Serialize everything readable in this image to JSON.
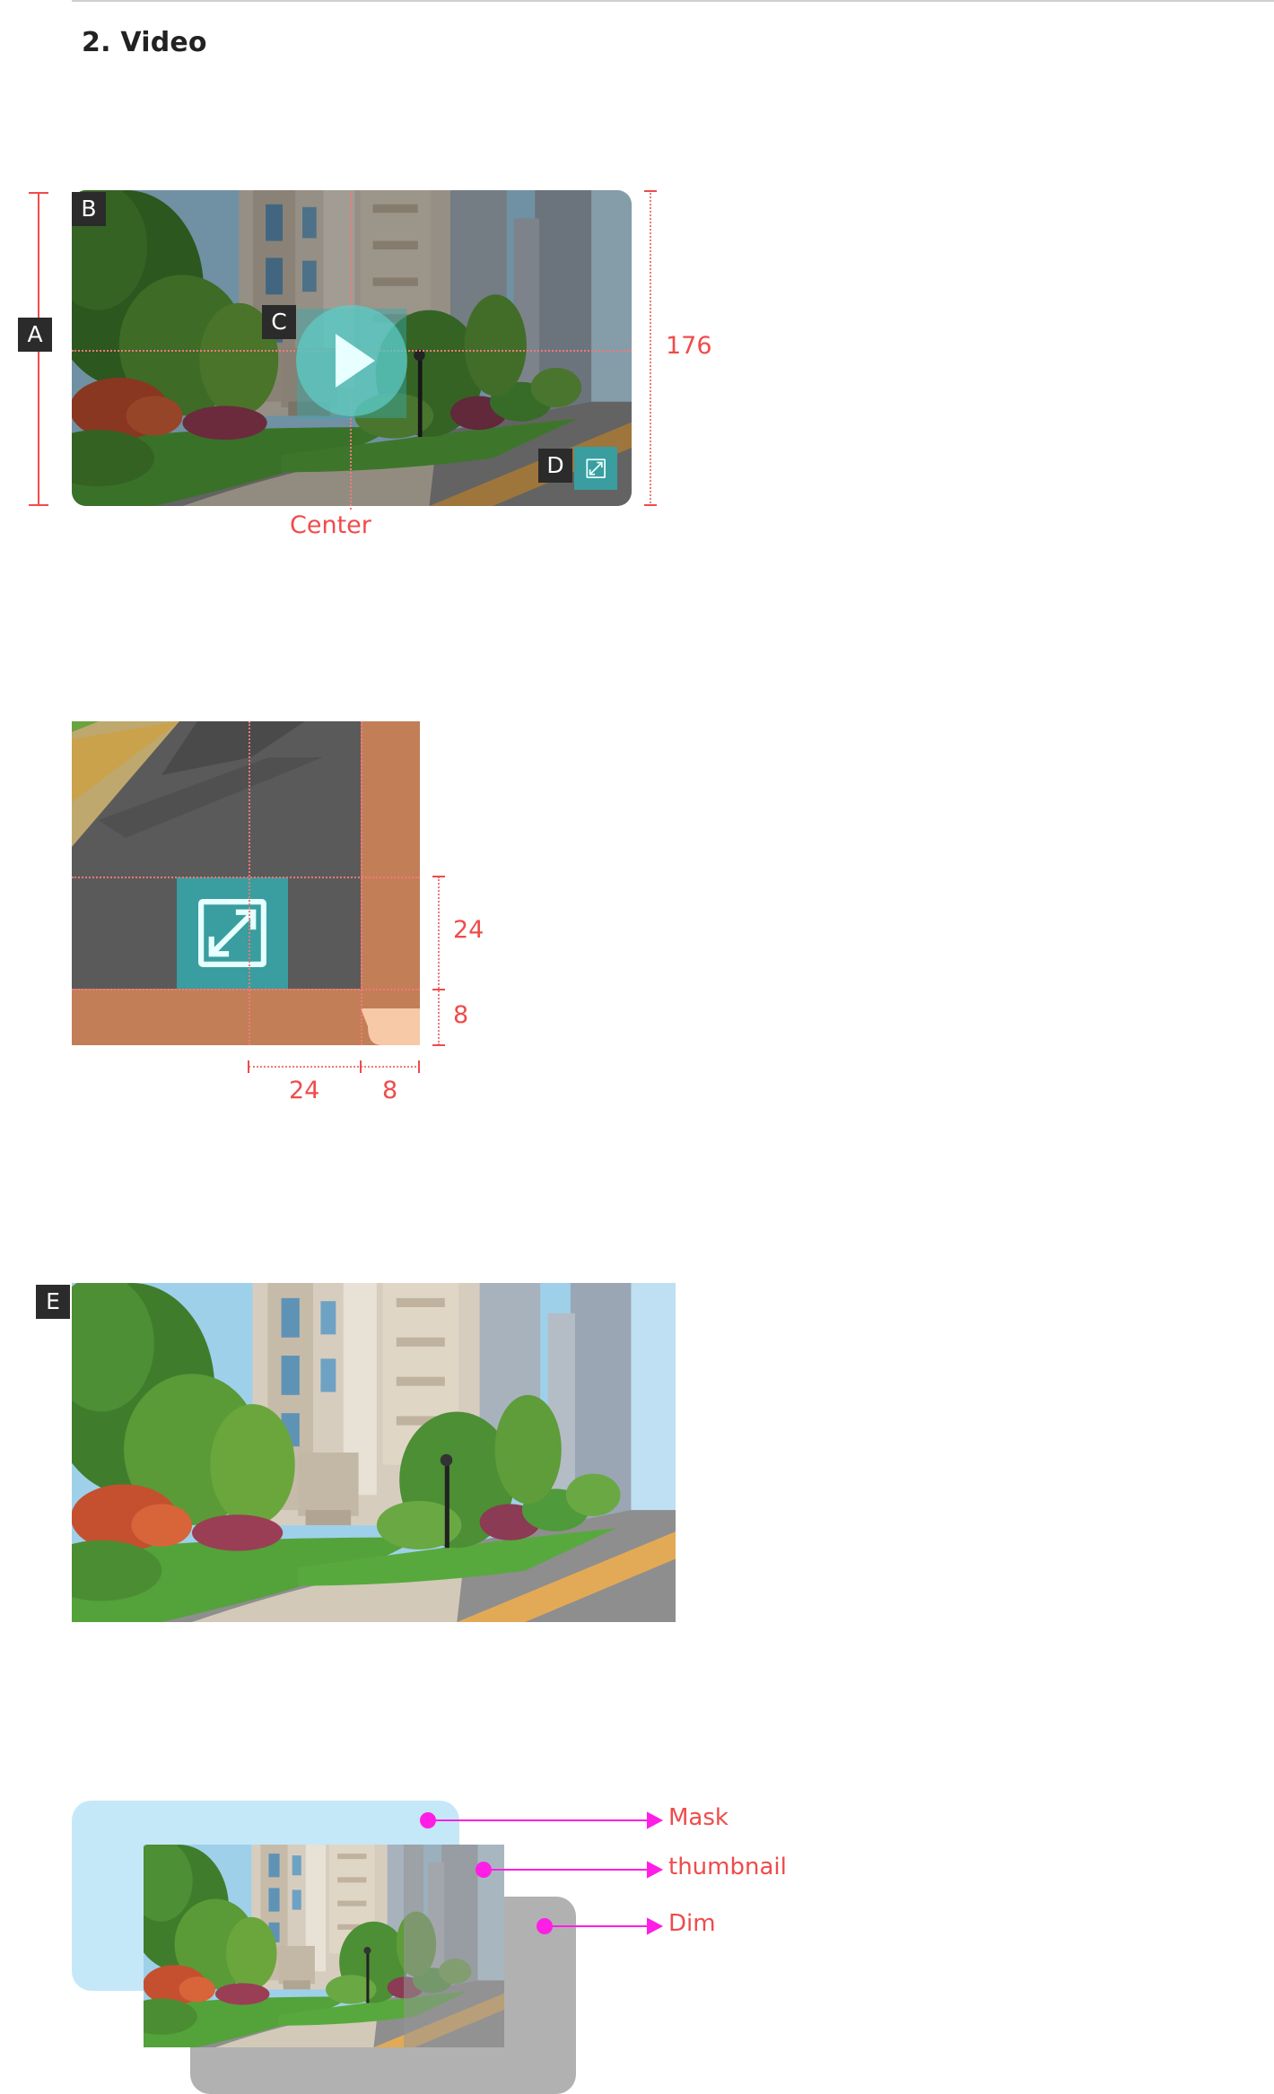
{
  "section_title": "2. Video",
  "labels": {
    "a": "A",
    "b": "B",
    "c": "C",
    "d": "D",
    "e": "E"
  },
  "dimensions": {
    "height": "176",
    "center": "Center",
    "icon_size_h": "24",
    "margin_h": "8",
    "icon_size_w": "24",
    "margin_w": "8"
  },
  "layers": {
    "mask": "Mask",
    "thumbnail": "thumbnail",
    "dim": "Dim"
  },
  "colors": {
    "annotation": "#f04b4b",
    "callout": "#ff1ee6",
    "accent": "#3a9d9f",
    "mask": "#c4e8f8",
    "dim": "#b1b1b1"
  },
  "icons": [
    "play-icon",
    "expand-icon",
    "arrow-right-icon"
  ]
}
